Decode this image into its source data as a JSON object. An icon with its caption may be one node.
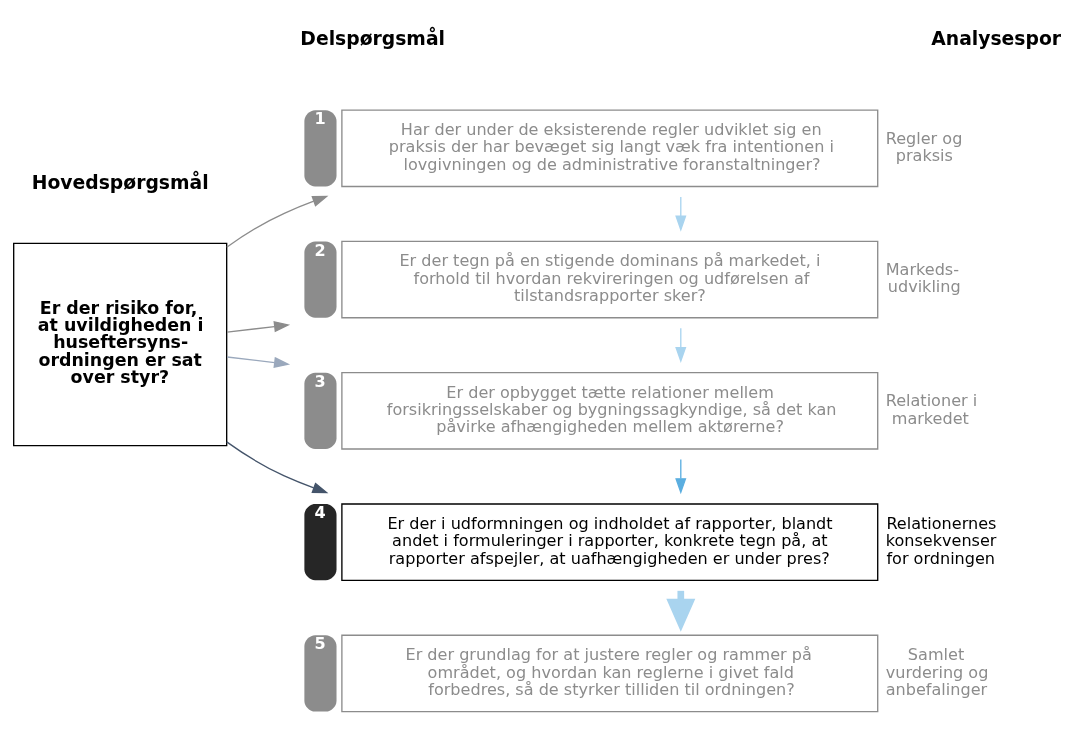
{
  "diagram": {
    "nodes": [
      {
        "text": [
          "Er der risiko for, at uvildigheden i huseftersyns-ordningen er sat over styr?"
        ]
      },
      {
        "text": [
          "Har der under de eksisterende regler udviklet sig en praksis der har bevæget sig langt væk fra intentionen i lovgivningen og de administrative foranstaltninger?"
        ],
        "beside": [
          "1",
          "Regler og praksis"
        ]
      },
      {
        "text": [
          "Er der tegn på en stigende dominans på markedet, i forhold til hvordan rekvireringen og udførelsen af tilstandsrapporter sker?"
        ],
        "beside": [
          "2",
          "Markeds-udvikling"
        ]
      },
      {
        "text": [
          "Er der opbygget tætte relationer mellem forsikringsselskaber og bygningssagkyndige, så det kan påvirke afhængigheden mellem aktørerne?"
        ],
        "beside": [
          "3",
          "Relationer i markedet"
        ]
      },
      {
        "text": [
          "Er der i udformningen og indholdet af rapporter, blandt andet i formuleringer i rapporter, konkrete tegn på, at rapporter afspejler, at uafhængigheden er under pres?"
        ],
        "beside": [
          "4",
          "Relationernes konsekvenser for ordningen"
        ]
      },
      {
        "text": [
          "Er der grundlag for at justere regler og rammer på området, og hvordan kan reglerne i givet fald forbedres, så de styrker tilliden til ordningen?"
        ],
        "beside": [
          "5",
          "Samlet vurdering og anbefalinger"
        ]
      }
    ],
    "edges": [
      {
        "from": 0,
        "to": 1,
        "arrow": "to",
        "color": "#8c8c8c"
      },
      {
        "from": 0,
        "to": 2,
        "arrow": "to",
        "color": "#8c8c8c"
      },
      {
        "from": 0,
        "to": 3,
        "arrow": "to",
        "color": "#9aa8bc"
      },
      {
        "from": 0,
        "to": 4,
        "arrow": "to",
        "color": "#44546a"
      },
      {
        "from": 1,
        "to": 2,
        "arrow": "to",
        "color": "#a9d4ef"
      },
      {
        "from": 2,
        "to": 3,
        "arrow": "to",
        "color": "#a9d4ef"
      },
      {
        "from": 3,
        "to": 4,
        "arrow": "to",
        "color": "#5baee0"
      },
      {
        "from": 4,
        "to": 5,
        "arrow": "to",
        "style": "thick",
        "color": "#a9d4ef"
      }
    ],
    "labels": [
      "Hovedspørgsmål",
      "Delspørgsmål",
      "Analysespor"
    ]
  }
}
